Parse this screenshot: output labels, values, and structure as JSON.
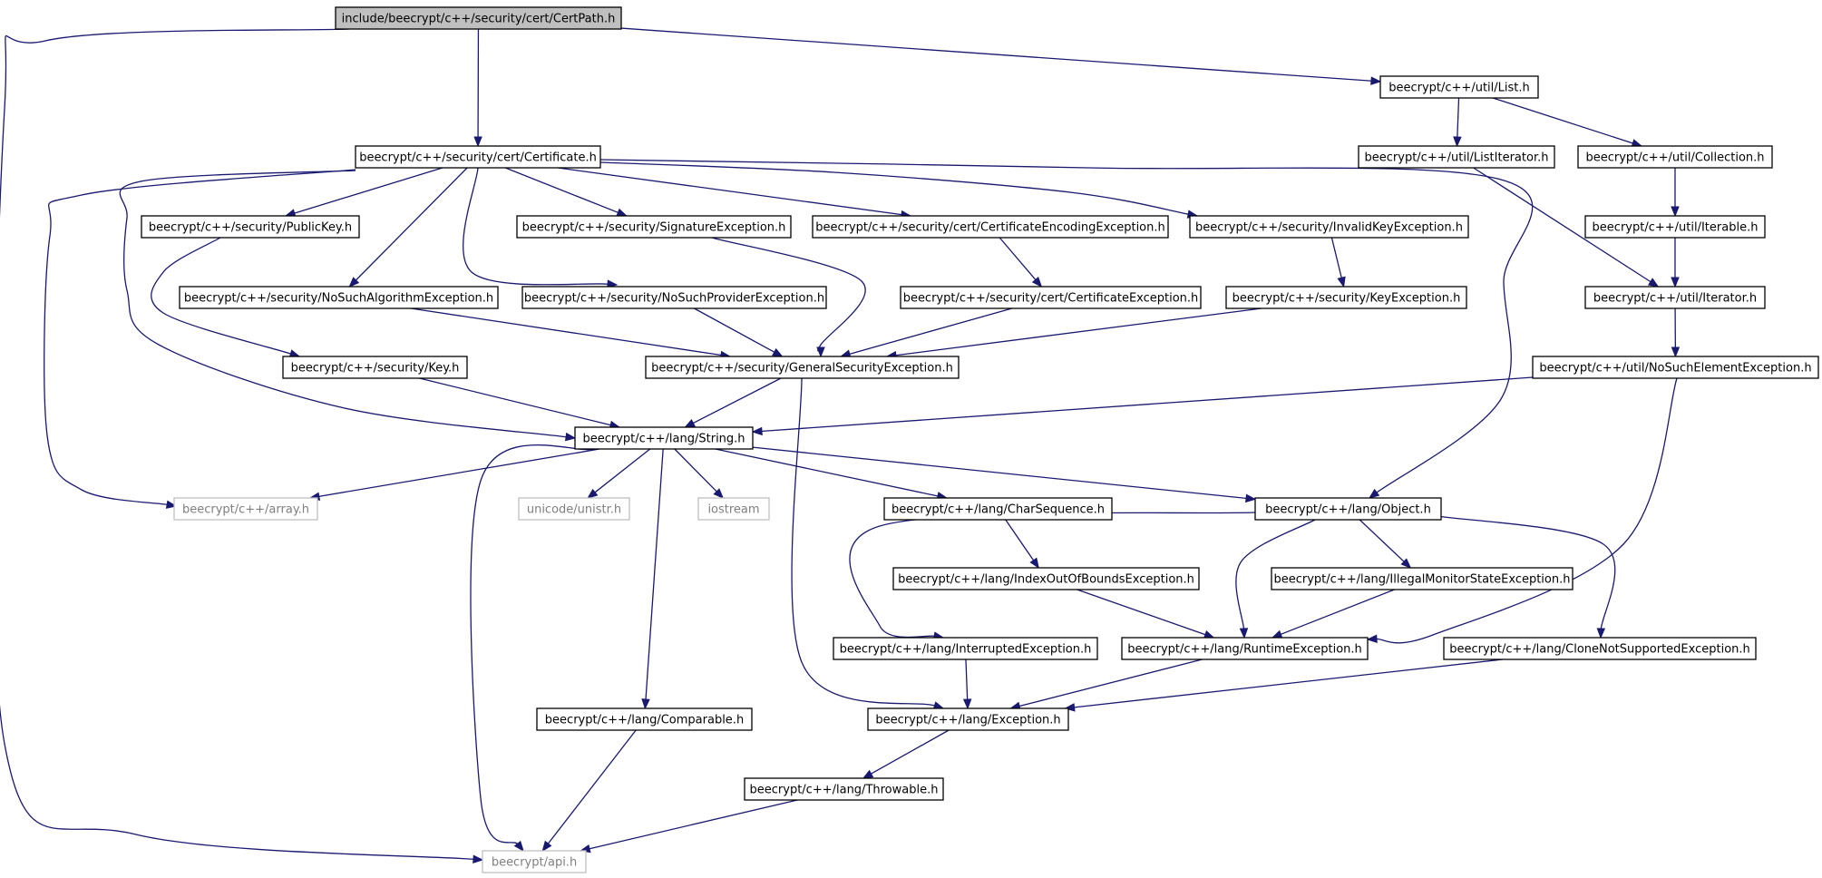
{
  "diagram": {
    "colors": {
      "edge": "#191970",
      "node_border": "#000000",
      "root_fill": "#bfbfbf",
      "external_border": "#bfbfbf",
      "external_text": "#7f7f7f",
      "background": "#ffffff"
    },
    "nodes": [
      {
        "id": "certpath",
        "label": "include/beecrypt/c++/security/cert/CertPath.h",
        "kind": "root"
      },
      {
        "id": "list",
        "label": "beecrypt/c++/util/List.h",
        "kind": "normal"
      },
      {
        "id": "certificate",
        "label": "beecrypt/c++/security/cert/Certificate.h",
        "kind": "normal"
      },
      {
        "id": "listiterator",
        "label": "beecrypt/c++/util/ListIterator.h",
        "kind": "normal"
      },
      {
        "id": "collection",
        "label": "beecrypt/c++/util/Collection.h",
        "kind": "normal"
      },
      {
        "id": "publickey",
        "label": "beecrypt/c++/security/PublicKey.h",
        "kind": "normal"
      },
      {
        "id": "signatureexc",
        "label": "beecrypt/c++/security/SignatureException.h",
        "kind": "normal"
      },
      {
        "id": "certencexc",
        "label": "beecrypt/c++/security/cert/CertificateEncodingException.h",
        "kind": "normal"
      },
      {
        "id": "invalidkeyexc",
        "label": "beecrypt/c++/security/InvalidKeyException.h",
        "kind": "normal"
      },
      {
        "id": "iterable",
        "label": "beecrypt/c++/util/Iterable.h",
        "kind": "normal"
      },
      {
        "id": "nosuchalgexc",
        "label": "beecrypt/c++/security/NoSuchAlgorithmException.h",
        "kind": "normal"
      },
      {
        "id": "nosuchprovexc",
        "label": "beecrypt/c++/security/NoSuchProviderException.h",
        "kind": "normal"
      },
      {
        "id": "certexc",
        "label": "beecrypt/c++/security/cert/CertificateException.h",
        "kind": "normal"
      },
      {
        "id": "keyexc",
        "label": "beecrypt/c++/security/KeyException.h",
        "kind": "normal"
      },
      {
        "id": "iterator",
        "label": "beecrypt/c++/util/Iterator.h",
        "kind": "normal"
      },
      {
        "id": "key",
        "label": "beecrypt/c++/security/Key.h",
        "kind": "normal"
      },
      {
        "id": "gensecexc",
        "label": "beecrypt/c++/security/GeneralSecurityException.h",
        "kind": "normal"
      },
      {
        "id": "nosuchelemexc",
        "label": "beecrypt/c++/util/NoSuchElementException.h",
        "kind": "normal"
      },
      {
        "id": "string",
        "label": "beecrypt/c++/lang/String.h",
        "kind": "normal"
      },
      {
        "id": "array",
        "label": "beecrypt/c++/array.h",
        "kind": "external"
      },
      {
        "id": "unistr",
        "label": "unicode/unistr.h",
        "kind": "external"
      },
      {
        "id": "iostream",
        "label": "iostream",
        "kind": "external"
      },
      {
        "id": "charseq",
        "label": "beecrypt/c++/lang/CharSequence.h",
        "kind": "normal"
      },
      {
        "id": "object",
        "label": "beecrypt/c++/lang/Object.h",
        "kind": "normal"
      },
      {
        "id": "ioobexc",
        "label": "beecrypt/c++/lang/IndexOutOfBoundsException.h",
        "kind": "normal"
      },
      {
        "id": "illegalmonexc",
        "label": "beecrypt/c++/lang/IllegalMonitorStateException.h",
        "kind": "normal"
      },
      {
        "id": "interruptedexc",
        "label": "beecrypt/c++/lang/InterruptedException.h",
        "kind": "normal"
      },
      {
        "id": "runtimeexc",
        "label": "beecrypt/c++/lang/RuntimeException.h",
        "kind": "normal"
      },
      {
        "id": "clonenotsupexc",
        "label": "beecrypt/c++/lang/CloneNotSupportedException.h",
        "kind": "normal"
      },
      {
        "id": "comparable",
        "label": "beecrypt/c++/lang/Comparable.h",
        "kind": "normal"
      },
      {
        "id": "exception",
        "label": "beecrypt/c++/lang/Exception.h",
        "kind": "normal"
      },
      {
        "id": "throwable",
        "label": "beecrypt/c++/lang/Throwable.h",
        "kind": "normal"
      },
      {
        "id": "api",
        "label": "beecrypt/api.h",
        "kind": "external"
      }
    ],
    "edges": [
      {
        "from": "certpath",
        "to": "certificate"
      },
      {
        "from": "certpath",
        "to": "list"
      },
      {
        "from": "certpath",
        "to": "api"
      },
      {
        "from": "list",
        "to": "listiterator"
      },
      {
        "from": "list",
        "to": "collection"
      },
      {
        "from": "listiterator",
        "to": "iterator"
      },
      {
        "from": "collection",
        "to": "iterable"
      },
      {
        "from": "iterable",
        "to": "iterator"
      },
      {
        "from": "iterator",
        "to": "nosuchelemexc"
      },
      {
        "from": "nosuchelemexc",
        "to": "string"
      },
      {
        "from": "nosuchelemexc",
        "to": "runtimeexc"
      },
      {
        "from": "certificate",
        "to": "publickey"
      },
      {
        "from": "certificate",
        "to": "signatureexc"
      },
      {
        "from": "certificate",
        "to": "certencexc"
      },
      {
        "from": "certificate",
        "to": "invalidkeyexc"
      },
      {
        "from": "certificate",
        "to": "nosuchalgexc"
      },
      {
        "from": "certificate",
        "to": "nosuchprovexc"
      },
      {
        "from": "certificate",
        "to": "string"
      },
      {
        "from": "certificate",
        "to": "array"
      },
      {
        "from": "certificate",
        "to": "object"
      },
      {
        "from": "publickey",
        "to": "key"
      },
      {
        "from": "key",
        "to": "string"
      },
      {
        "from": "signatureexc",
        "to": "gensecexc"
      },
      {
        "from": "nosuchalgexc",
        "to": "gensecexc"
      },
      {
        "from": "nosuchprovexc",
        "to": "gensecexc"
      },
      {
        "from": "certencexc",
        "to": "certexc"
      },
      {
        "from": "certexc",
        "to": "gensecexc"
      },
      {
        "from": "invalidkeyexc",
        "to": "keyexc"
      },
      {
        "from": "keyexc",
        "to": "gensecexc"
      },
      {
        "from": "gensecexc",
        "to": "string"
      },
      {
        "from": "gensecexc",
        "to": "exception"
      },
      {
        "from": "string",
        "to": "array"
      },
      {
        "from": "string",
        "to": "unistr"
      },
      {
        "from": "string",
        "to": "iostream"
      },
      {
        "from": "string",
        "to": "charseq"
      },
      {
        "from": "string",
        "to": "object"
      },
      {
        "from": "string",
        "to": "comparable"
      },
      {
        "from": "string",
        "to": "api"
      },
      {
        "from": "charseq",
        "to": "ioobexc"
      },
      {
        "from": "ioobexc",
        "to": "runtimeexc"
      },
      {
        "from": "object",
        "to": "interruptedexc"
      },
      {
        "from": "object",
        "to": "runtimeexc"
      },
      {
        "from": "object",
        "to": "illegalmonexc"
      },
      {
        "from": "object",
        "to": "clonenotsupexc"
      },
      {
        "from": "illegalmonexc",
        "to": "runtimeexc"
      },
      {
        "from": "interruptedexc",
        "to": "exception"
      },
      {
        "from": "runtimeexc",
        "to": "exception"
      },
      {
        "from": "clonenotsupexc",
        "to": "exception"
      },
      {
        "from": "comparable",
        "to": "api"
      },
      {
        "from": "exception",
        "to": "throwable"
      },
      {
        "from": "throwable",
        "to": "api"
      }
    ]
  }
}
